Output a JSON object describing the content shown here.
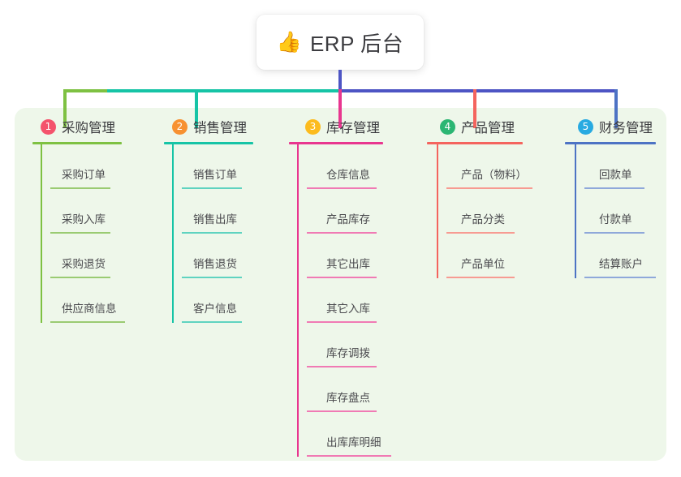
{
  "root": {
    "icon": "thumbs-up-icon",
    "icon_glyph": "👍",
    "title": "ERP 后台"
  },
  "palette": {
    "panel_bg": "#eef7ea",
    "root_stem": "#4d55c4",
    "bus_green": "#7ec142",
    "bus_teal": "#16c4a6",
    "bus_indigo": "#4d55c4",
    "leg_green": "#7ec142",
    "leg_teal": "#16c4a6",
    "leg_pink": "#e8368f",
    "leg_red": "#f4645e",
    "leg_blue": "#4d73c4",
    "text": "#3b3b3f"
  },
  "columns": [
    {
      "number": "1",
      "badge_color": "#f4536c",
      "line_color": "#7ec142",
      "title": "采购管理",
      "items": [
        "采购订单",
        "采购入库",
        "采购退货",
        "供应商信息"
      ]
    },
    {
      "number": "2",
      "badge_color": "#f79131",
      "line_color": "#16c4a6",
      "title": "销售管理",
      "items": [
        "销售订单",
        "销售出库",
        "销售退货",
        "客户信息"
      ]
    },
    {
      "number": "3",
      "badge_color": "#fcbb1d",
      "line_color": "#e8368f",
      "title": "库存管理",
      "items": [
        "仓库信息",
        "产品库存",
        "其它出库",
        "其它入库",
        "库存调拨",
        "库存盘点",
        "出库库明细"
      ]
    },
    {
      "number": "4",
      "badge_color": "#2bb673",
      "line_color": "#f4645e",
      "title": "产品管理",
      "items": [
        "产品（物料）",
        "产品分类",
        "产品单位"
      ]
    },
    {
      "number": "5",
      "badge_color": "#28aae1",
      "line_color": "#4d73c4",
      "title": "财务管理",
      "items": [
        "回款单",
        "付款单",
        "结算账户"
      ]
    }
  ]
}
